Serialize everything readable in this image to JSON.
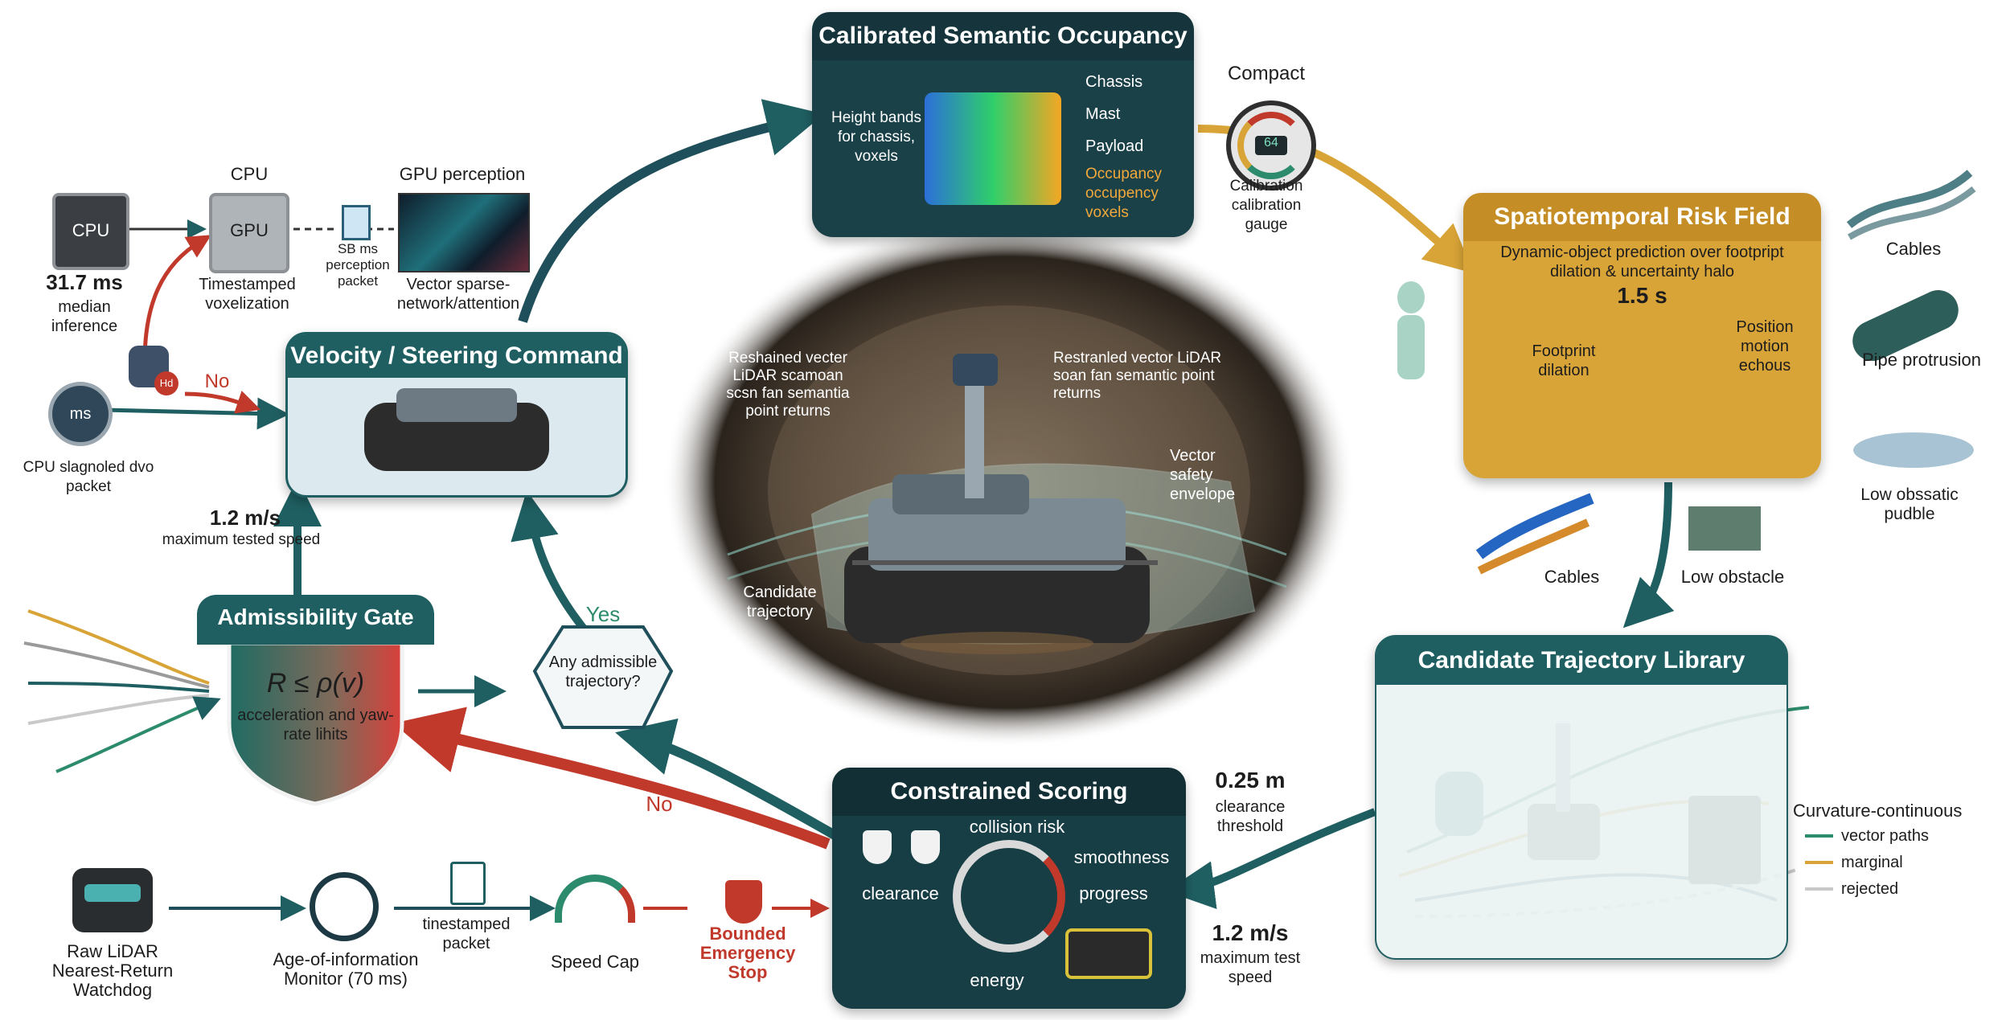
{
  "colors": {
    "teal": "#1f5f62",
    "teal_dark": "#173e45",
    "gold": "#d9a437",
    "red": "#c0392b",
    "green": "#2d8b6d",
    "light_teal": "#d9e9e9"
  },
  "occupancy": {
    "title": "Calibrated Semantic Occupancy",
    "height_label": "Height bands for chassis, voxels",
    "chassis": "Chassis",
    "mast": "Mast",
    "payload": "Payload",
    "occupancy": "Occupancy occupency voxels"
  },
  "gauge_top": {
    "compact": "Compact",
    "caption": "Calibration calibration gauge",
    "readout": "64"
  },
  "risk": {
    "title": "Spatiotemporal Risk Field",
    "subtitle": "Dynamic-object prediction over footpript dilation & uncertainty halo",
    "horizon": "1.5 s",
    "footprint": "Footprint dilation",
    "position": "Position motion echous"
  },
  "hazards": {
    "cables_top": "Cables",
    "pipe": "Pipe protrusion",
    "puddle": "Low obssatic pudble",
    "cables_bottom": "Cables",
    "low_obstacle": "Low obstacle"
  },
  "library": {
    "title": "Candidate Trajectory Library",
    "legend_title": "Curvature-continuous",
    "legend": [
      "vector paths",
      "marginal",
      "rejected"
    ]
  },
  "scoring": {
    "title": "Constrained Scoring",
    "collision": "collision risk",
    "smoothness": "smoothness",
    "clearance": "clearance",
    "progress": "progress",
    "energy": "energy"
  },
  "metrics": {
    "clearance_value": "0.25 m",
    "clearance_label": "clearance threshold",
    "speed_value": "1.2 m/s",
    "speed_label": "maximum test speed",
    "max_tested_value": "1.2 m/s",
    "max_tested_label": "maximum tested speed",
    "latency_value": "31.7 ms",
    "latency_label": "median inference"
  },
  "watchdog": {
    "lidar": "Raw LiDAR Nearest-Return Watchdog",
    "aoi": "Age-of-information Monitor (70 ms)",
    "packet": "tinestamped packet",
    "speed_cap": "Speed Cap",
    "estop": "Bounded Emergency Stop"
  },
  "gate": {
    "title": "Admissibility Gate",
    "formula": "R ≤ ρ(v)",
    "limits": "acceleration and yaw-rate lihits"
  },
  "decision": {
    "question": "Any admissible trajectory?",
    "yes": "Yes",
    "no": "No"
  },
  "velocity": {
    "title": "Velocity / Steering Command"
  },
  "perception": {
    "cpu": "CPU",
    "cpu_chip": "CPU",
    "gpu_chip": "GPU",
    "gpu_title": "GPU perception",
    "voxelization": "Timestamped voxelization",
    "packet": "SB ms perception packet",
    "network": "Vector sparse-network/attention",
    "gauge_readout": "ms",
    "stale": "CPU slagnoled dvo packet",
    "no": "No",
    "badge": "Hd"
  },
  "scene": {
    "lidar_left": "Reshained vecter LiDAR scamoan scsn fan semantia point returns",
    "lidar_right": "Restranled vector LiDAR soan fan semantic point returns",
    "envelope": "Vector safety envelope",
    "candidate": "Candidate trajectory"
  }
}
